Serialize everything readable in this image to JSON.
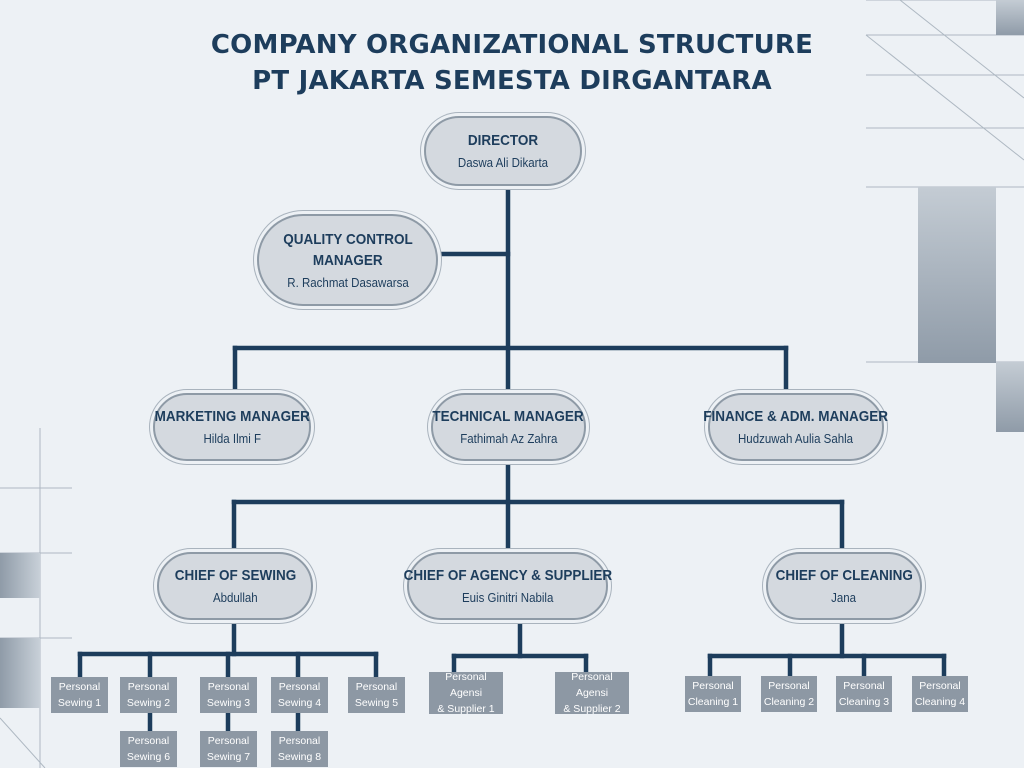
{
  "title": {
    "line1": "COMPANY ORGANIZATIONAL STRUCTURE",
    "line2": "PT JAKARTA SEMESTA DIRGANTARA"
  },
  "colors": {
    "line": "#1d3d5c",
    "node_fill": "#d4d9df",
    "box_fill": "#8d98a4",
    "background": "#edf1f5"
  },
  "nodes": {
    "director": {
      "role": "DIRECTOR",
      "name": "Daswa Ali Dikarta"
    },
    "qc": {
      "role_line1": "QUALITY CONTROL",
      "role_line2": "MANAGER",
      "name": "R. Rachmat Dasawarsa"
    },
    "marketing": {
      "role": "MARKETING MANAGER",
      "name": "Hilda Ilmi F"
    },
    "technical": {
      "role": "TECHNICAL MANAGER",
      "name": "Fathimah Az Zahra"
    },
    "finance": {
      "role": "FINANCE & ADM. MANAGER",
      "name": "Hudzuwah Aulia Sahla"
    },
    "sewing": {
      "role": "CHIEF OF SEWING",
      "name": "Abdullah"
    },
    "agency": {
      "role": "CHIEF OF AGENCY & SUPPLIER",
      "name": "Euis Ginitri Nabila"
    },
    "cleaning": {
      "role": "CHIEF OF CLEANING",
      "name": "Jana"
    }
  },
  "staff": {
    "sewing": [
      [
        "Personal",
        "Sewing 1"
      ],
      [
        "Personal",
        "Sewing 2"
      ],
      [
        "Personal",
        "Sewing 3"
      ],
      [
        "Personal",
        "Sewing 4"
      ],
      [
        "Personal",
        "Sewing 5"
      ],
      [
        "Personal",
        "Sewing 6"
      ],
      [
        "Personal",
        "Sewing 7"
      ],
      [
        "Personal",
        "Sewing 8"
      ]
    ],
    "agency": [
      [
        "Personal Agensi",
        "& Supplier 1"
      ],
      [
        "Personal Agensi",
        "& Supplier 2"
      ]
    ],
    "cleaning": [
      [
        "Personal",
        "Cleaning 1"
      ],
      [
        "Personal",
        "Cleaning 2"
      ],
      [
        "Personal",
        "Cleaning 3"
      ],
      [
        "Personal",
        "Cleaning 4"
      ]
    ]
  }
}
